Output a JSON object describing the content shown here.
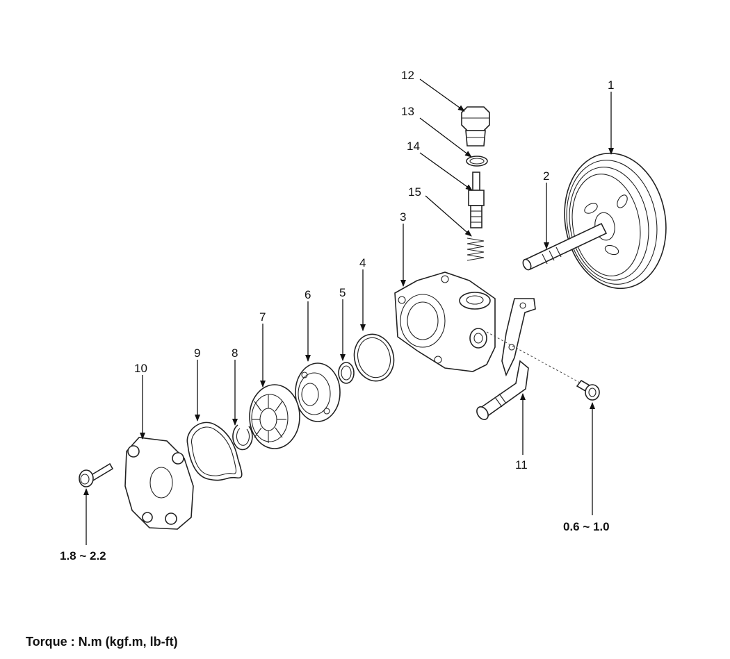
{
  "callouts": {
    "c1": "1",
    "c2": "2",
    "c3": "3",
    "c4": "4",
    "c5": "5",
    "c6": "6",
    "c7": "7",
    "c8": "8",
    "c9": "9",
    "c10": "10",
    "c11": "11",
    "c12": "12",
    "c13": "13",
    "c14": "14",
    "c15": "15"
  },
  "torque": {
    "left_bolt": "1.8 ~ 2.2",
    "right_bolt": "0.6 ~ 1.0"
  },
  "legend": "Torque : N.m (kgf.m, lb-ft)",
  "colors": {
    "line": "#222222",
    "text": "#111111",
    "background": "#ffffff"
  }
}
